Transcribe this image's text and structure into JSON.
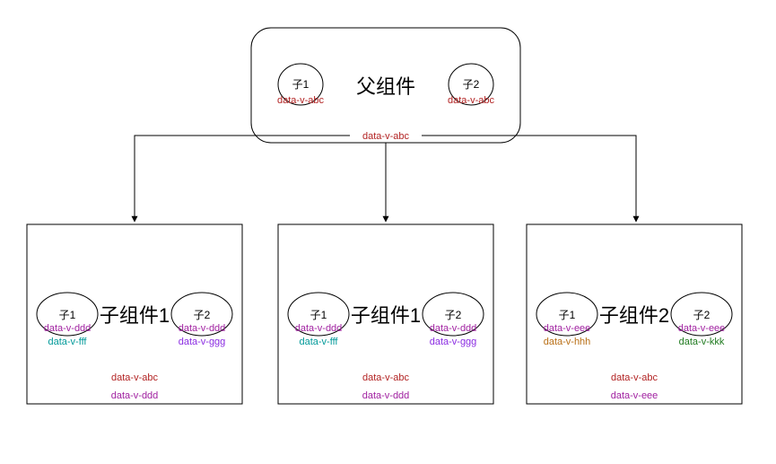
{
  "colors": {
    "red": "#b22222",
    "purple": "#a020a0",
    "teal": "#009999",
    "violet": "#8a2be2",
    "orange": "#b86e14",
    "green": "#1f7a1f"
  },
  "parent": {
    "title": "父组件",
    "child1": {
      "label": "子1",
      "attr": "data-v-abc"
    },
    "child2": {
      "label": "子2",
      "attr": "data-v-abc"
    },
    "edge_label": "data-v-abc"
  },
  "child_a": {
    "title": "子组件1",
    "c1": {
      "label": "子1",
      "attr1": "data-v-ddd",
      "attr2": "data-v-fff"
    },
    "c2": {
      "label": "子2",
      "attr1": "data-v-ddd",
      "attr2": "data-v-ggg"
    },
    "bottom1": "data-v-abc",
    "bottom2": "data-v-ddd"
  },
  "child_b": {
    "title": "子组件1",
    "c1": {
      "label": "子1",
      "attr1": "data-v-ddd",
      "attr2": "data-v-fff"
    },
    "c2": {
      "label": "子2",
      "attr1": "data-v-ddd",
      "attr2": "data-v-ggg"
    },
    "bottom1": "data-v-abc",
    "bottom2": "data-v-ddd"
  },
  "child_c": {
    "title": "子组件2",
    "c1": {
      "label": "子1",
      "attr1": "data-v-eee",
      "attr2": "data-v-hhh"
    },
    "c2": {
      "label": "子2",
      "attr1": "data-v-eee",
      "attr2": "data-v-kkk"
    },
    "bottom1": "data-v-abc",
    "bottom2": "data-v-eee"
  }
}
